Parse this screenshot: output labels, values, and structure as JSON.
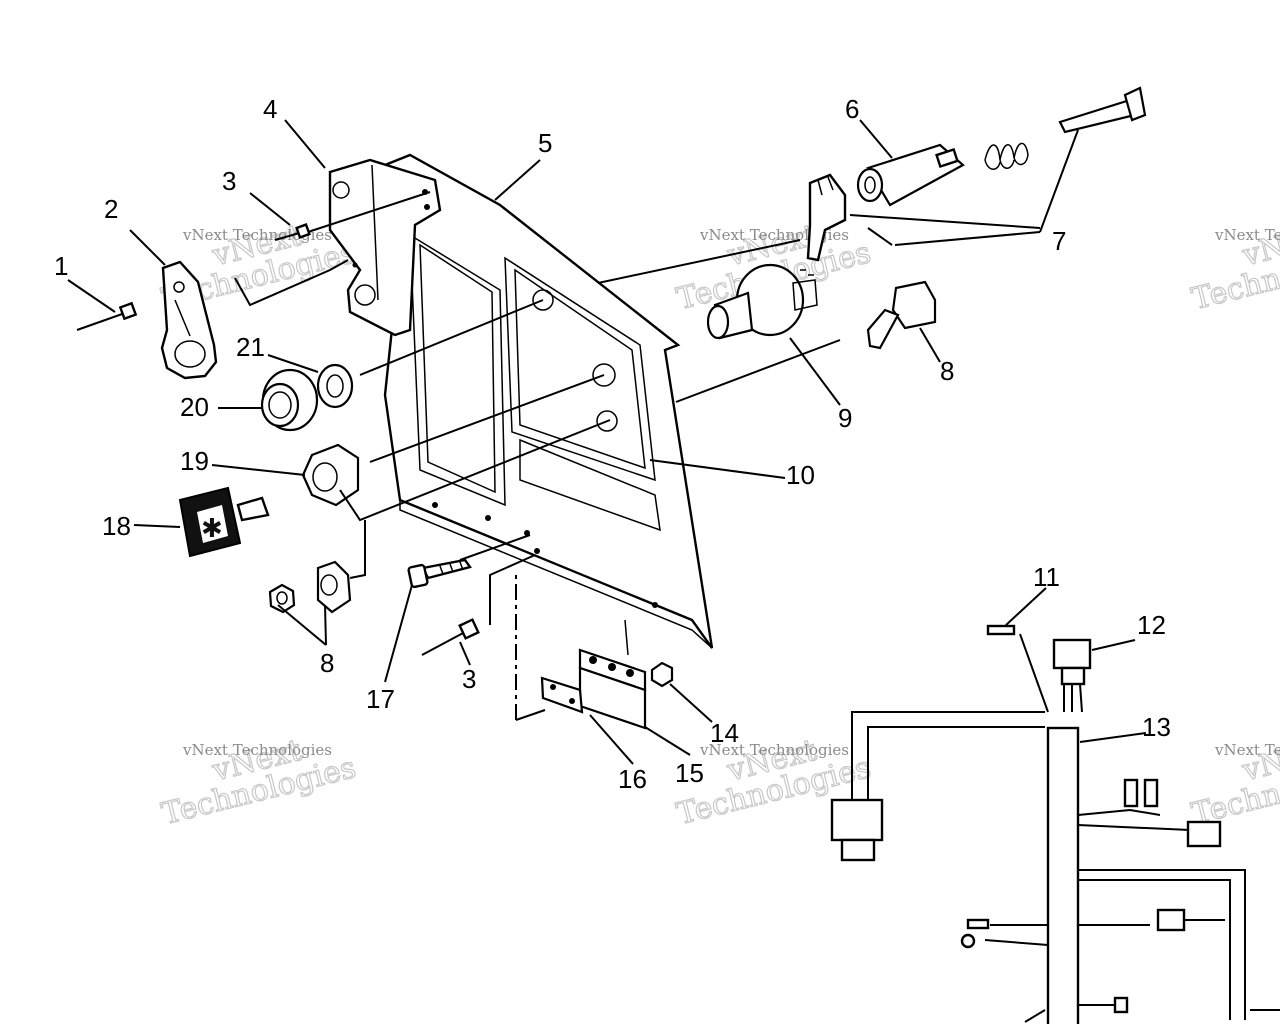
{
  "callouts": [
    "1",
    "2",
    "3",
    "4",
    "5",
    "6",
    "7",
    "8",
    "9",
    "10",
    "11",
    "12",
    "13",
    "14",
    "15",
    "16",
    "17",
    "18",
    "19",
    "20",
    "21",
    "8",
    "3"
  ],
  "watermark": {
    "line_big_1": "vNext",
    "line_big_2": "Technologies",
    "line_small": "vNext Technologies"
  }
}
